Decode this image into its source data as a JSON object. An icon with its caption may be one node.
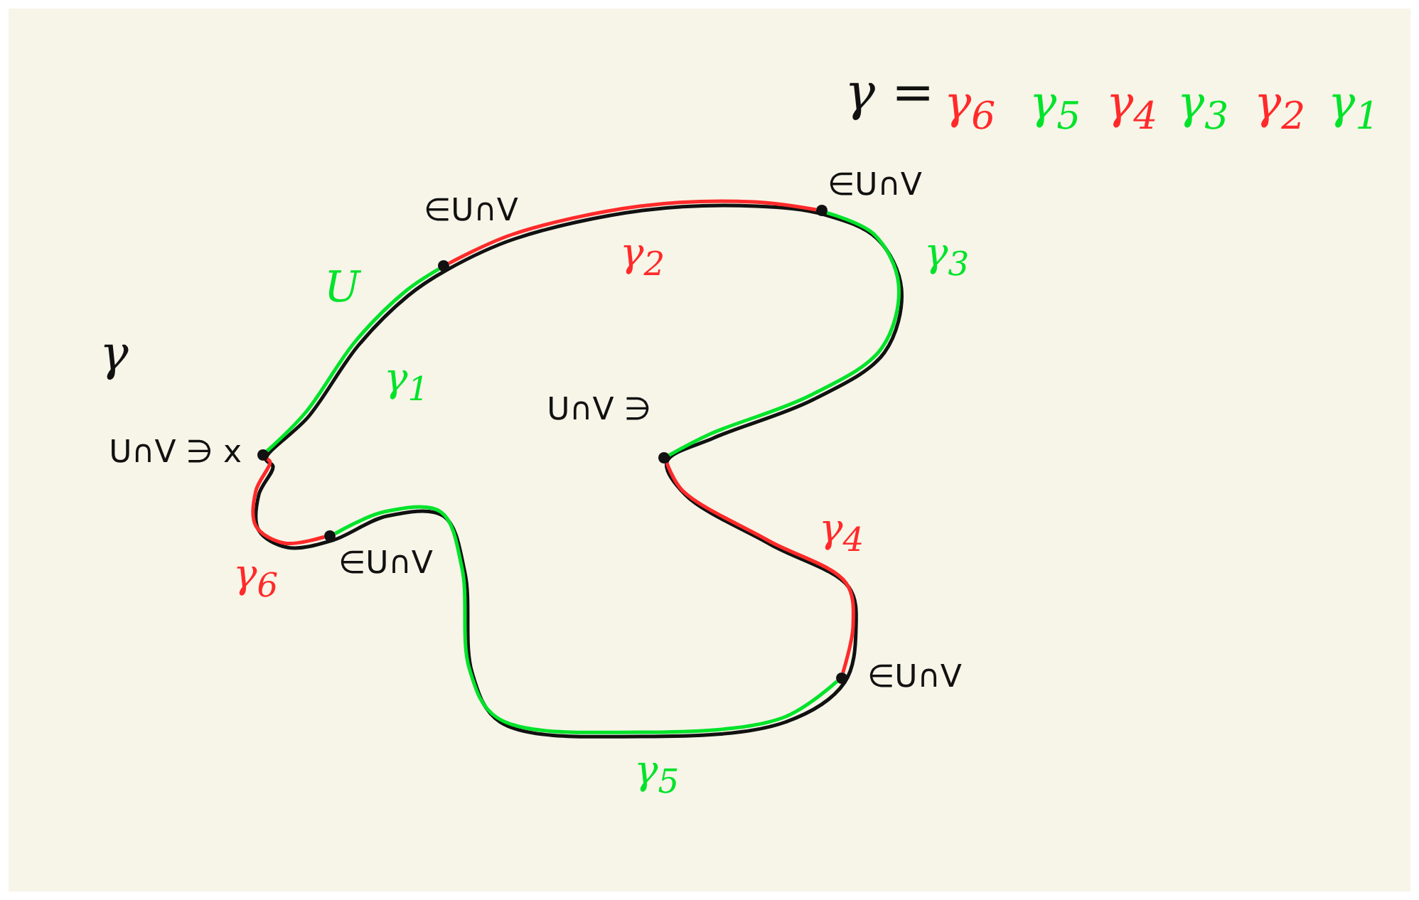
{
  "diagram": {
    "nodes": [
      {
        "text": [],
        "shape": "circle",
        "beside": [
          "U∩V ∋ x"
        ]
      },
      {
        "text": [],
        "shape": "circle",
        "beside": [
          "∈U∩V"
        ]
      },
      {
        "text": [],
        "shape": "circle",
        "beside": [
          "∈U∩V"
        ]
      },
      {
        "text": [],
        "shape": "circle",
        "beside": [
          "U∩V ∋"
        ]
      },
      {
        "text": [],
        "shape": "circle",
        "beside": [
          "∈U∩V"
        ]
      },
      {
        "text": [],
        "shape": "circle",
        "beside": [
          "∈U∩V"
        ]
      }
    ],
    "edges": [
      {
        "from": 0,
        "to": 1,
        "arrow": "none",
        "label": "γ$_{1}$",
        "color": "#00e32a"
      },
      {
        "from": 1,
        "to": 2,
        "arrow": "none",
        "label": "γ$_{2}$",
        "color": "#ff2a2a"
      },
      {
        "from": 2,
        "to": 3,
        "arrow": "none",
        "label": "γ$_{3}$",
        "color": "#00e32a"
      },
      {
        "from": 3,
        "to": 4,
        "arrow": "none",
        "label": "γ$_{4}$",
        "color": "#ff2a2a"
      },
      {
        "from": 4,
        "to": 5,
        "arrow": "none",
        "label": "γ$_{5}$",
        "color": "#00e32a"
      },
      {
        "from": 5,
        "to": 0,
        "arrow": "none",
        "label": "γ$_{6}$",
        "color": "#ff2a2a"
      }
    ],
    "labels": [
      "γ =",
      "γ$_{6}$",
      "γ$_{5}$",
      "γ$_{4}$",
      "γ$_{3}$",
      "γ$_{2}$",
      "γ$_{1}$",
      "γ",
      "U"
    ]
  }
}
